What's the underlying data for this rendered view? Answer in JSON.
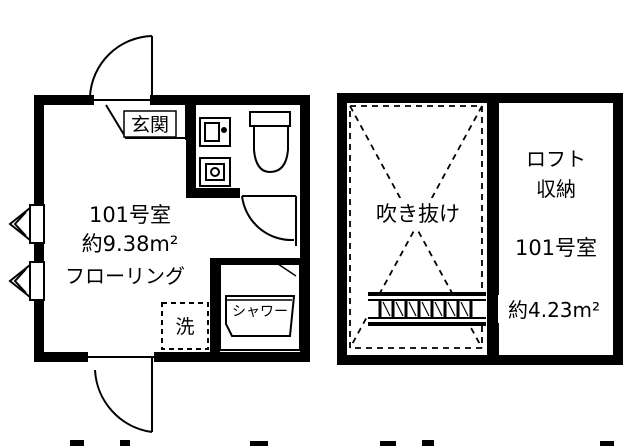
{
  "ground_floor": {
    "entrance": "玄関",
    "room_name": "101号室",
    "area": "約9.38m²",
    "floor_type": "フローリング",
    "washer": "洗",
    "shower": "シャワー"
  },
  "loft_floor": {
    "void": "吹き抜け",
    "loft_storage_line1": "ロフト",
    "loft_storage_line2": "収納",
    "room_name": "101号室",
    "area": "約4.23m²"
  }
}
